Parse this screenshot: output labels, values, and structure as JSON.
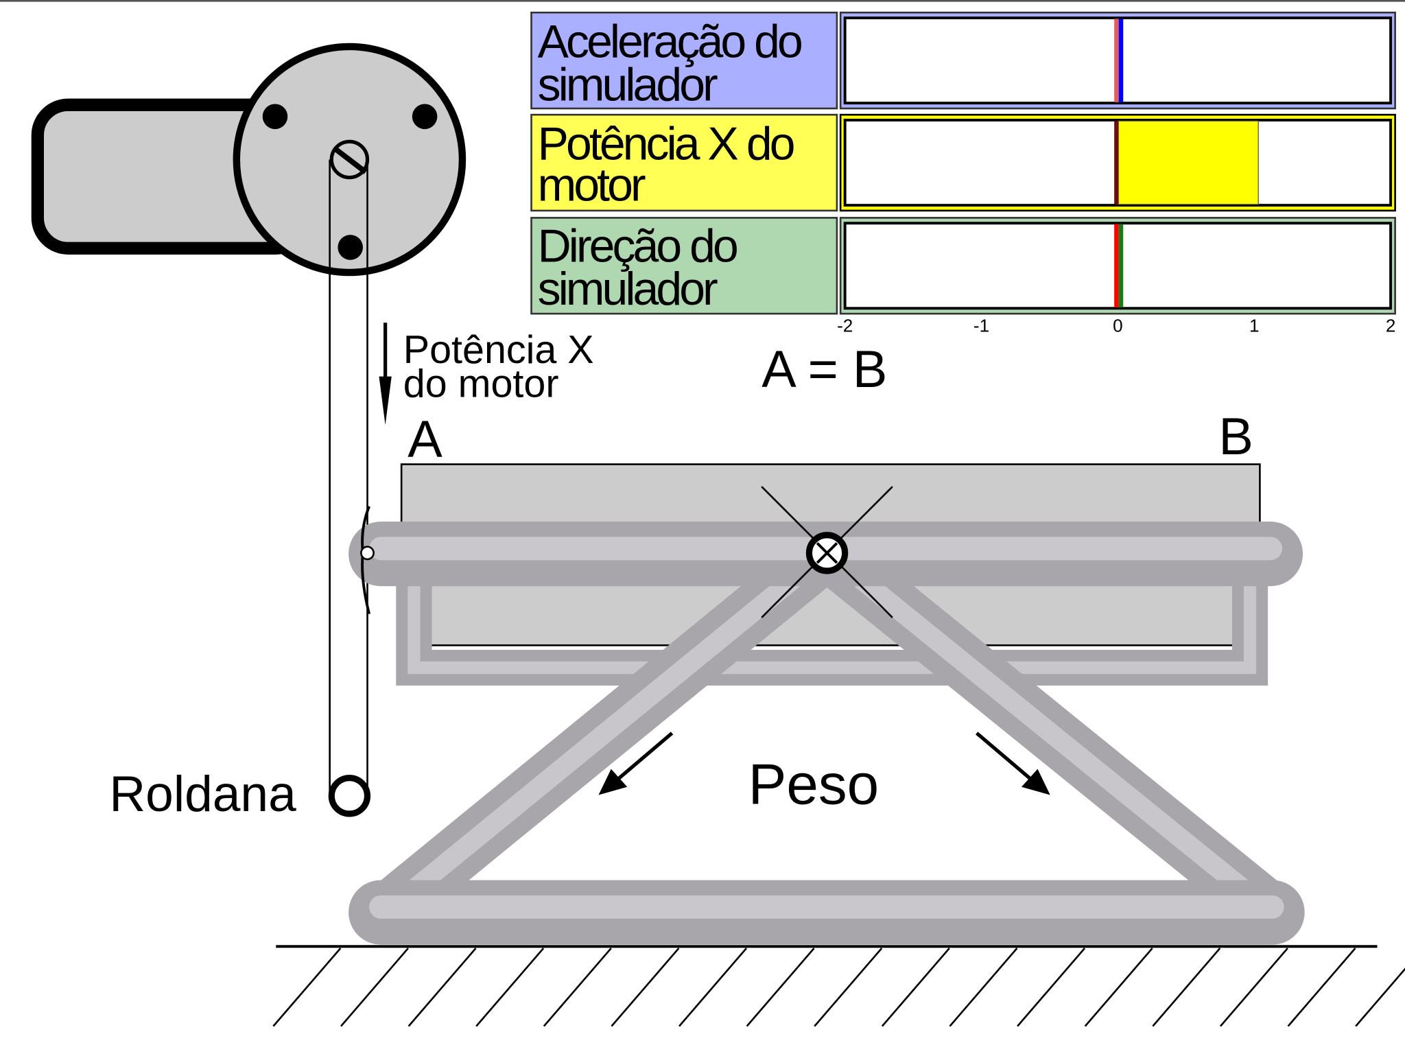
{
  "gauges": {
    "axis": {
      "min": -2,
      "max": 2,
      "ticks": [
        "-2",
        "-1",
        "0",
        "1",
        "2"
      ]
    },
    "rows": [
      {
        "label_line1": "Aceleração do",
        "label_line2": "simulador",
        "label_color": "#aab0ff",
        "value": 0.0,
        "marker_colors": [
          "#e06060",
          "#0000ff"
        ],
        "fill_color": null
      },
      {
        "label_line1": "Potência X do",
        "label_line2": "motor",
        "label_color": "#ffff55",
        "value": 1.03,
        "marker_colors": [
          "#6a1010"
        ],
        "fill_color": "#ffff00"
      },
      {
        "label_line1": "Direção do",
        "label_line2": "simulador",
        "label_color": "#b0d8b0",
        "value": 0.0,
        "marker_colors": [
          "#ff0000",
          "#1a7a1a"
        ],
        "fill_color": null
      }
    ]
  },
  "diagram": {
    "motor_force_label_line1": "Potência X",
    "motor_force_label_line2": "do motor",
    "equation": "A = B",
    "point_a": "A",
    "point_b": "B",
    "weight_label": "Peso",
    "pulley_label": "Roldana"
  }
}
